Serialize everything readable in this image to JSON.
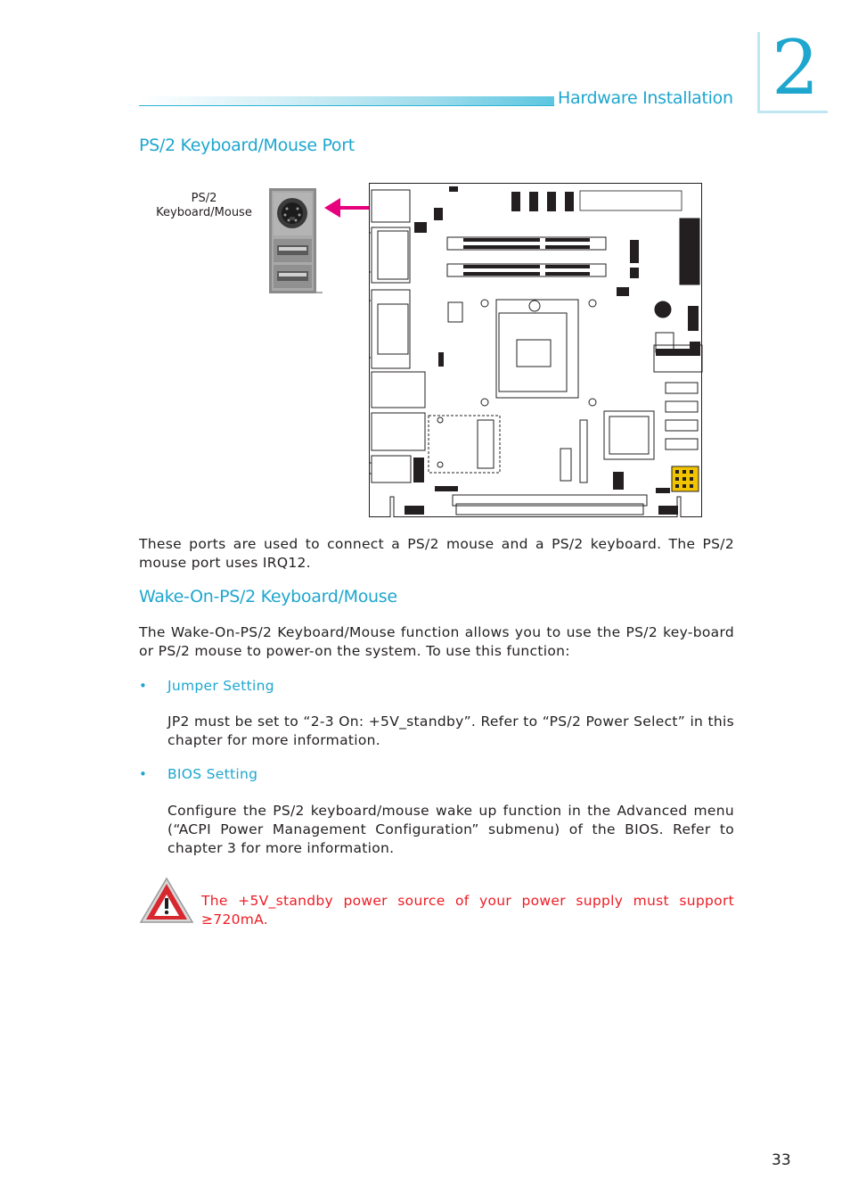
{
  "header": {
    "section_title": "Hardware Installation",
    "chapter_number": "2"
  },
  "section": {
    "title": "PS/2 Keyboard/Mouse Port",
    "photo_label_line1": "PS/2",
    "photo_label_line2": "Keyboard/Mouse",
    "description": "These ports are used to connect a PS/2 mouse and a PS/2 keyboard. The PS/2 mouse port uses IRQ12."
  },
  "wake": {
    "title": "Wake-On-PS/2 Keyboard/Mouse",
    "intro": "The Wake-On-PS/2 Keyboard/Mouse function allows you to use the PS/2 key-board or PS/2 mouse to power-on the system. To use this function:",
    "bullets": [
      {
        "label": "Jumper Setting",
        "text": "JP2 must be set to “2-3 On: +5V_standby”. Refer to “PS/2 Power Select” in this chapter for more information."
      },
      {
        "label": "BIOS Setting",
        "text": "Configure the PS/2 keyboard/mouse wake up function in the Advanced menu (“ACPI Power Management Configuration” submenu) of the BIOS. Refer to chapter 3 for more information."
      }
    ]
  },
  "caution": {
    "icon": "warning-triangle-icon",
    "text": "The +5V_standby power source of your power supply must support ≥720mA."
  },
  "page_number": "33",
  "colors": {
    "accent": "#1ea6cf",
    "caution": "#ed1c24",
    "arrow": "#e6007e"
  }
}
